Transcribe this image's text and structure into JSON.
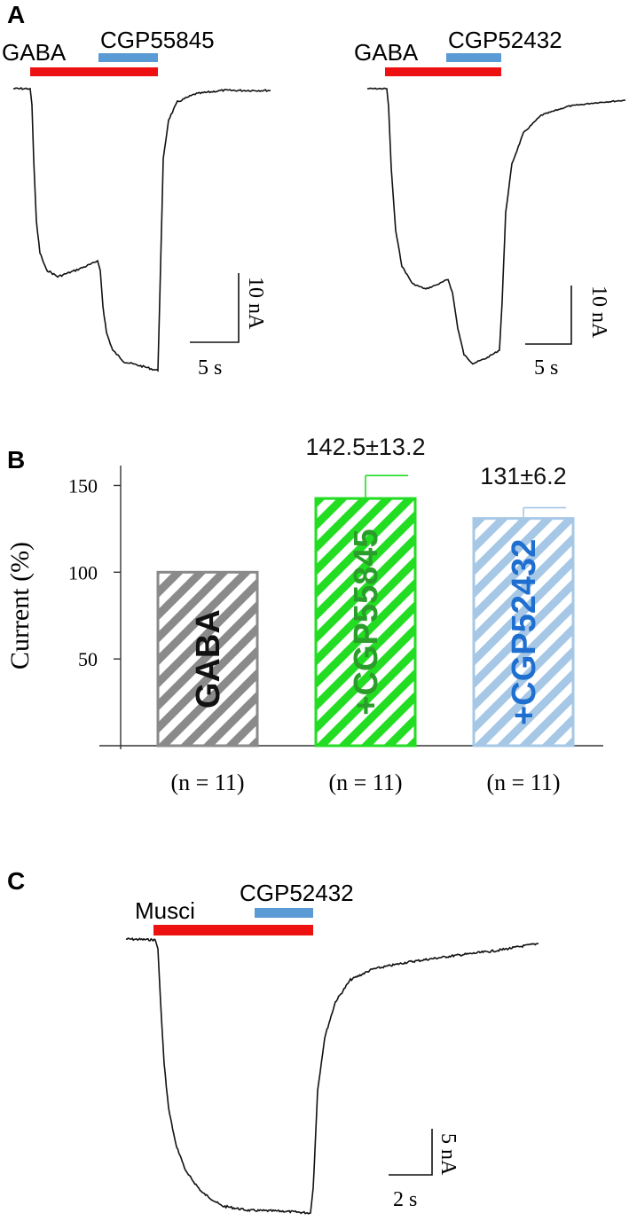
{
  "panels": {
    "A": {
      "letter": "A",
      "left": {
        "drug1": "GABA",
        "drug2": "CGP55845",
        "scale_x": "5 s",
        "scale_y": "10 nA",
        "colors": {
          "drug1_bar": "#ee1111",
          "drug2_bar": "#5b9bd5"
        }
      },
      "right": {
        "drug1": "GABA",
        "drug2": "CGP52432",
        "scale_x": "5 s",
        "scale_y": "10 nA",
        "colors": {
          "drug1_bar": "#ee1111",
          "drug2_bar": "#5b9bd5"
        }
      }
    },
    "B": {
      "letter": "B"
    },
    "C": {
      "letter": "C",
      "drug1": "Musci",
      "drug2": "CGP52432",
      "scale_x": "2 s",
      "scale_y": "5 nA",
      "colors": {
        "drug1_bar": "#ee1111",
        "drug2_bar": "#5b9bd5"
      }
    }
  },
  "chart_data": {
    "type": "bar",
    "ylabel": "Current (%)",
    "yticks": [
      50,
      100,
      150
    ],
    "ylim": [
      0,
      162
    ],
    "categories": [
      "GABA",
      "+CGP55845",
      "+CGP52432"
    ],
    "values": [
      100,
      142.5,
      131
    ],
    "errors": [
      null,
      13.2,
      6.2
    ],
    "error_labels": [
      "",
      "142.5±13.2",
      "131±6.2"
    ],
    "n_labels": [
      "n = 11",
      "n = 11",
      "n = 11"
    ],
    "colors": [
      "#8a8a8a",
      "#22dd22",
      "#a6c8e6"
    ],
    "label_colors": [
      "#111111",
      "#2a9d2a",
      "#1f6fd0"
    ],
    "pattern": "diagonal hatch"
  }
}
